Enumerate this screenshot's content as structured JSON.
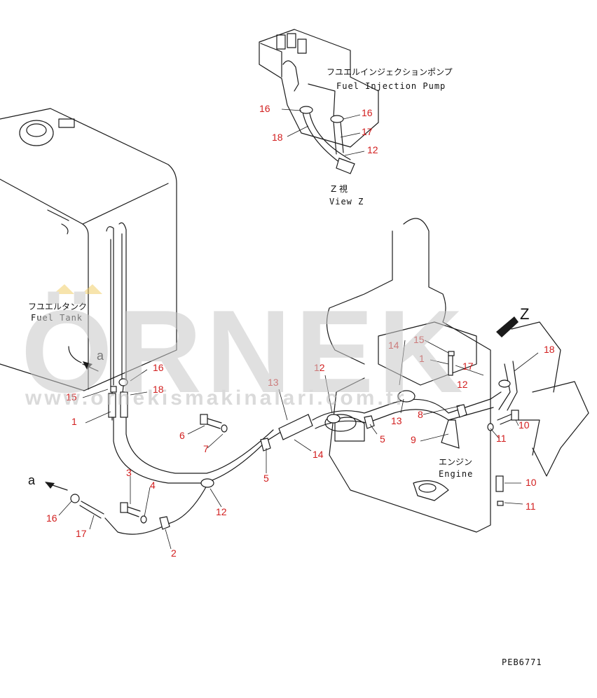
{
  "labels": {
    "fuel_injection_pump_jp": "フユエルインジェクションポンプ",
    "fuel_injection_pump_en": "Fuel Injection Pump",
    "view_z_jp": "Z 視",
    "view_z_en": "View Z",
    "fuel_tank_jp": "フユエルタンク",
    "fuel_tank_en": "Fuel Tank",
    "engine_jp": "エンジン",
    "engine_en": "Engine",
    "z_marker": "Z",
    "a_top": "a",
    "a_bottom": "a",
    "drawing_code": "PEB6771"
  },
  "watermark": {
    "brand": "ÖRNEK",
    "site": "www.ornekismakinalari.com.tr",
    "brand_color": "#c8c8c8",
    "accent_color": "#f2cf6a"
  },
  "callouts": [
    {
      "id": "c-16a",
      "text": "16"
    },
    {
      "id": "c-16b",
      "text": "16"
    },
    {
      "id": "c-17a",
      "text": "17"
    },
    {
      "id": "c-18a",
      "text": "18"
    },
    {
      "id": "c-12a",
      "text": "12"
    },
    {
      "id": "c-15a",
      "text": "15"
    },
    {
      "id": "c-16c",
      "text": "16"
    },
    {
      "id": "c-18b",
      "text": "18"
    },
    {
      "id": "c-1a",
      "text": "1"
    },
    {
      "id": "c-13a",
      "text": "13"
    },
    {
      "id": "c-12b",
      "text": "12"
    },
    {
      "id": "c-14a",
      "text": "14"
    },
    {
      "id": "c-15b",
      "text": "15"
    },
    {
      "id": "c-1b",
      "text": "1"
    },
    {
      "id": "c-17b",
      "text": "17"
    },
    {
      "id": "c-12c",
      "text": "12"
    },
    {
      "id": "c-18c",
      "text": "18"
    },
    {
      "id": "c-13b",
      "text": "13"
    },
    {
      "id": "c-8",
      "text": "8"
    },
    {
      "id": "c-6",
      "text": "6"
    },
    {
      "id": "c-7",
      "text": "7"
    },
    {
      "id": "c-5a",
      "text": "5"
    },
    {
      "id": "c-5b",
      "text": "5"
    },
    {
      "id": "c-14b",
      "text": "14"
    },
    {
      "id": "c-9",
      "text": "9"
    },
    {
      "id": "c-11a",
      "text": "11"
    },
    {
      "id": "c-10a",
      "text": "10"
    },
    {
      "id": "c-3",
      "text": "3"
    },
    {
      "id": "c-4",
      "text": "4"
    },
    {
      "id": "c-12d",
      "text": "12"
    },
    {
      "id": "c-16d",
      "text": "16"
    },
    {
      "id": "c-17c",
      "text": "17"
    },
    {
      "id": "c-2",
      "text": "2"
    },
    {
      "id": "c-10b",
      "text": "10"
    },
    {
      "id": "c-11b",
      "text": "11"
    }
  ]
}
